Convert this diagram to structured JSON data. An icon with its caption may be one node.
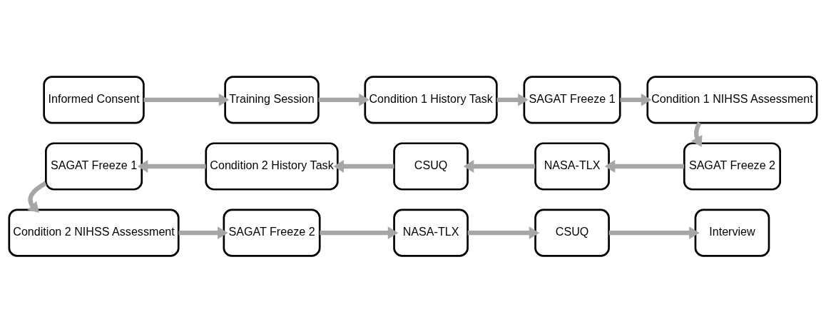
{
  "diagram": {
    "nodes": [
      {
        "text": [
          "Informed Consent"
        ]
      },
      {
        "text": [
          "Training Session"
        ]
      },
      {
        "text": [
          "Condition 1 History Task"
        ]
      },
      {
        "text": [
          "SAGAT Freeze 1"
        ]
      },
      {
        "text": [
          "Condition 1 NIHSS Assessment"
        ]
      },
      {
        "text": [
          "SAGAT Freeze 2"
        ]
      },
      {
        "text": [
          "NASA-TLX"
        ]
      },
      {
        "text": [
          "CSUQ"
        ]
      },
      {
        "text": [
          "Condition 2 History Task"
        ]
      },
      {
        "text": [
          "SAGAT Freeze 1"
        ]
      },
      {
        "text": [
          "Condition 2 NIHSS Assessment"
        ]
      },
      {
        "text": [
          "SAGAT Freeze 2"
        ]
      },
      {
        "text": [
          "NASA-TLX"
        ]
      },
      {
        "text": [
          "CSUQ"
        ]
      },
      {
        "text": [
          "Interview"
        ]
      }
    ],
    "edges": [
      {
        "from": 0,
        "to": 1,
        "arrow": "to"
      },
      {
        "from": 1,
        "to": 2,
        "arrow": "to"
      },
      {
        "from": 2,
        "to": 3,
        "arrow": "to"
      },
      {
        "from": 3,
        "to": 4,
        "arrow": "to"
      },
      {
        "from": 4,
        "to": 5,
        "arrow": "to"
      },
      {
        "from": 5,
        "to": 6,
        "arrow": "to"
      },
      {
        "from": 6,
        "to": 7,
        "arrow": "to"
      },
      {
        "from": 7,
        "to": 8,
        "arrow": "to"
      },
      {
        "from": 8,
        "to": 9,
        "arrow": "to"
      },
      {
        "from": 9,
        "to": 10,
        "arrow": "to"
      },
      {
        "from": 10,
        "to": 11,
        "arrow": "to"
      },
      {
        "from": 11,
        "to": 12,
        "arrow": "to"
      },
      {
        "from": 12,
        "to": 13,
        "arrow": "to"
      },
      {
        "from": 13,
        "to": 14,
        "arrow": "to"
      }
    ]
  }
}
